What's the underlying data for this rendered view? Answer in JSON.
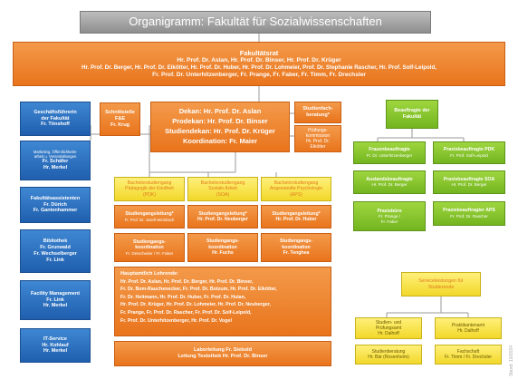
{
  "title": "Organigramm: Fakultät für Sozialwissenschaften",
  "fakultaetsrat": {
    "heading": "Fakultätsrat",
    "lines": [
      "Hr. Prof. Dr. Aslan, Hr. Prof. Dr. Binser, Hr. Prof. Dr. Krüger",
      "Hr. Prof. Dr. Berger, Hr. Prof. Dr. Eikötter, Hr. Prof. Dr. Huber, Hr. Prof. Dr. Lohmeier, Prof. Dr. Stephanie Rascher, Hr. Prof. Solf-Leipold,",
      "Fr. Prof. Dr. Unterhitzenberger, Fr. Prange, Fr. Faber, Fr. Timm, Fr. Drechsler"
    ]
  },
  "left_column": [
    {
      "lines": [
        "Geschäftsführerin",
        "der Fakultät",
        "Fr. Tönshoff"
      ]
    },
    {
      "lines": [
        "Marketing, Öffentlichkeits-",
        "arbeit u. Veranstaltungen",
        "Fr. Schäfer",
        "Hr. Merkel"
      ]
    },
    {
      "lines": [
        "Fakultätsassistenten",
        "Fr. Dürich",
        "Fr. Gantenhammer"
      ]
    },
    {
      "lines": [
        "Bibliothek",
        "Fr. Grunwald",
        "Fr. Wechselberger",
        "Fr. Link"
      ]
    },
    {
      "lines": [
        "Facility Management",
        "Fr. Link",
        "Hr. Merkel"
      ]
    },
    {
      "lines": [
        "IT-Service",
        "Hr. Kohlauf",
        "Hr. Merkel"
      ]
    }
  ],
  "schnittstelle": {
    "lines": [
      "Schnittstelle",
      "F&E",
      "Fr. Krug"
    ]
  },
  "dekanat": {
    "lines": [
      "Dekan: Hr. Prof. Dr. Aslan",
      "Prodekan: Hr. Prof. Dr. Binser",
      "Studiendekan: Hr. Prof. Dr. Krüger",
      "Koordination: Fr. Maier"
    ]
  },
  "studienfachberatung": {
    "lines": [
      "Studienfach-",
      "beratung*"
    ]
  },
  "pruefungskommission": {
    "lines": [
      "Prüfungs-",
      "kommission",
      "Hr. Prof. Dr.",
      "Eikötter"
    ]
  },
  "studiengaenge": [
    {
      "lines": [
        "Bachelorstudiengang",
        "Pädagogik der Kindheit",
        "(PDK)"
      ]
    },
    {
      "lines": [
        "Bachelorstudiengang",
        "Soziale Arbeit",
        "(SOA)"
      ]
    },
    {
      "lines": [
        "Bachelorstudiengang",
        "Angewandte Psychologie",
        "(APS)"
      ]
    }
  ],
  "studiengangsleitung": [
    {
      "lines": [
        "Studiengangsleitung*",
        "Fr. Prof. Dr. Josefi-Weinbach"
      ]
    },
    {
      "lines": [
        "Studiengangsleitung*",
        "Hr. Prof. Dr. Neuberger"
      ]
    },
    {
      "lines": [
        "Studiengangsleitung*",
        "Hr. Prof. Dr. Huber"
      ]
    }
  ],
  "studiengangskoordination": [
    {
      "lines": [
        "Studiengangs-",
        "koordination",
        "Fr. Deischeder / Fr. Faber"
      ]
    },
    {
      "lines": [
        "Studiengangs-",
        "koordination",
        "Hr. Fuchs"
      ]
    },
    {
      "lines": [
        "Studiengangs-",
        "koordination",
        "Fr. Tenghea"
      ]
    }
  ],
  "lehrende": {
    "heading": "Hauptamtlich Lehrende:",
    "lines": [
      "Hr. Prof. Dr. Aslan, Hr. Prof. Dr. Berger, Hr. Prof. Dr. Binser,",
      "Fr. Dr. Bom-Rauchenecker, Fr. Prof. Dr. Botzum, Hr. Prof. Dr. Eikötter,",
      "Fr. Dr. Heitmann, Hr. Prof. Dr. Huber, Fr. Prof. Dr. Hulan,",
      "Hr. Prof. Dr. Krüger, Hr. Prof. Dr. Lohmeier, Hr. Prof. Dr. Neuberger,",
      "Fr. Prange, Fr. Prof. Dr. Rascher, Fr. Prof. Dr. Solf-Leipold,",
      "Fr. Prof. Dr. Unterhitzenberger, Hr. Prof. Dr. Vogel"
    ]
  },
  "laborleitung": {
    "lines": [
      "Laborleitung Fr. Siebold",
      "Leitung Testothek Hr. Prof. Dr. Binser"
    ]
  },
  "beauftragte": {
    "header": {
      "lines": [
        "Beauftragte der",
        "Fakultät"
      ]
    },
    "items": [
      {
        "lines": [
          "Frauenbeauftragte",
          "Fr. Dr. Unterhitzenberger"
        ]
      },
      {
        "lines": [
          "Praxisbeauftragte PDK",
          "Fr. Prof. Solf-Leipold"
        ]
      },
      {
        "lines": [
          "Auslandsbeauftragte",
          "Hr. Prof. Dr. Berger"
        ]
      },
      {
        "lines": [
          "Praxisbeauftragte SOA",
          "Hr. Prof. Dr. Berger"
        ]
      },
      {
        "lines": [
          "Praxisbüro",
          "Fr. Prange /",
          "Fr. Faber"
        ]
      },
      {
        "lines": [
          "Praxisbeauftragter APS",
          "Fr. Prof. Dr. Rascher"
        ]
      }
    ]
  },
  "serviceleistungen": {
    "header": {
      "lines": [
        "Serviceleistungen für",
        "Studierende"
      ]
    },
    "items": [
      {
        "lines": [
          "Studien- und",
          "Prüfungsamt",
          "Hr. Dalhoff"
        ]
      },
      {
        "lines": [
          "Praktikantenamt",
          "Hr. Dalhoff"
        ]
      },
      {
        "lines": [
          "Studienberatung",
          "Hr. Bär (Rosenheim)"
        ]
      },
      {
        "lines": [
          "Fachschaft",
          "Fr. Timm / Fr. Drechsler"
        ]
      }
    ]
  },
  "stand": "Stand: 10/2024",
  "colors": {
    "orange": "#ee8530",
    "blue": "#2f74c4",
    "green": "#86c52f",
    "yellow": "#f6e24a",
    "grey": "#9e9e9e"
  }
}
